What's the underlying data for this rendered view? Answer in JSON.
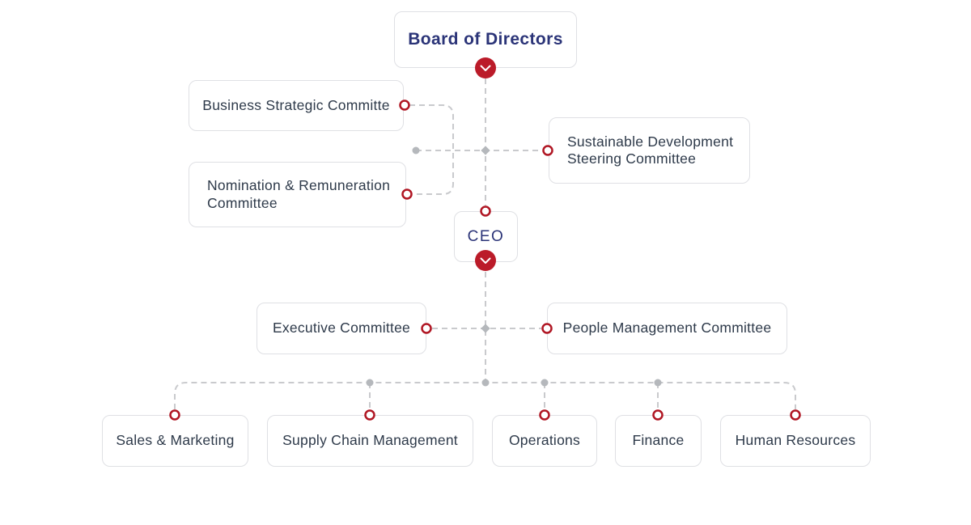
{
  "colors": {
    "accent_red": "#b01623",
    "badge_red": "#bb1b29",
    "navy": "#2b3478",
    "text_dark": "#2e3a4a",
    "line_gray": "#c9cacd",
    "dot_gray": "#b5b8bc",
    "border_gray": "#dfe0e4"
  },
  "org": {
    "board": {
      "label": "Board of Directors"
    },
    "board_committees": [
      {
        "label": "Business Strategic Committe"
      },
      {
        "label": "Sustainable Development Steering Committee"
      },
      {
        "label": "Nomination & Remuneration Committee"
      }
    ],
    "ceo": {
      "label": "CEO"
    },
    "ceo_committees": [
      {
        "label": "Executive Committee"
      },
      {
        "label": "People Management Committee"
      }
    ],
    "departments": [
      {
        "label": "Sales & Marketing"
      },
      {
        "label": "Supply Chain Management"
      },
      {
        "label": "Operations"
      },
      {
        "label": "Finance"
      },
      {
        "label": "Human Resources"
      }
    ]
  }
}
